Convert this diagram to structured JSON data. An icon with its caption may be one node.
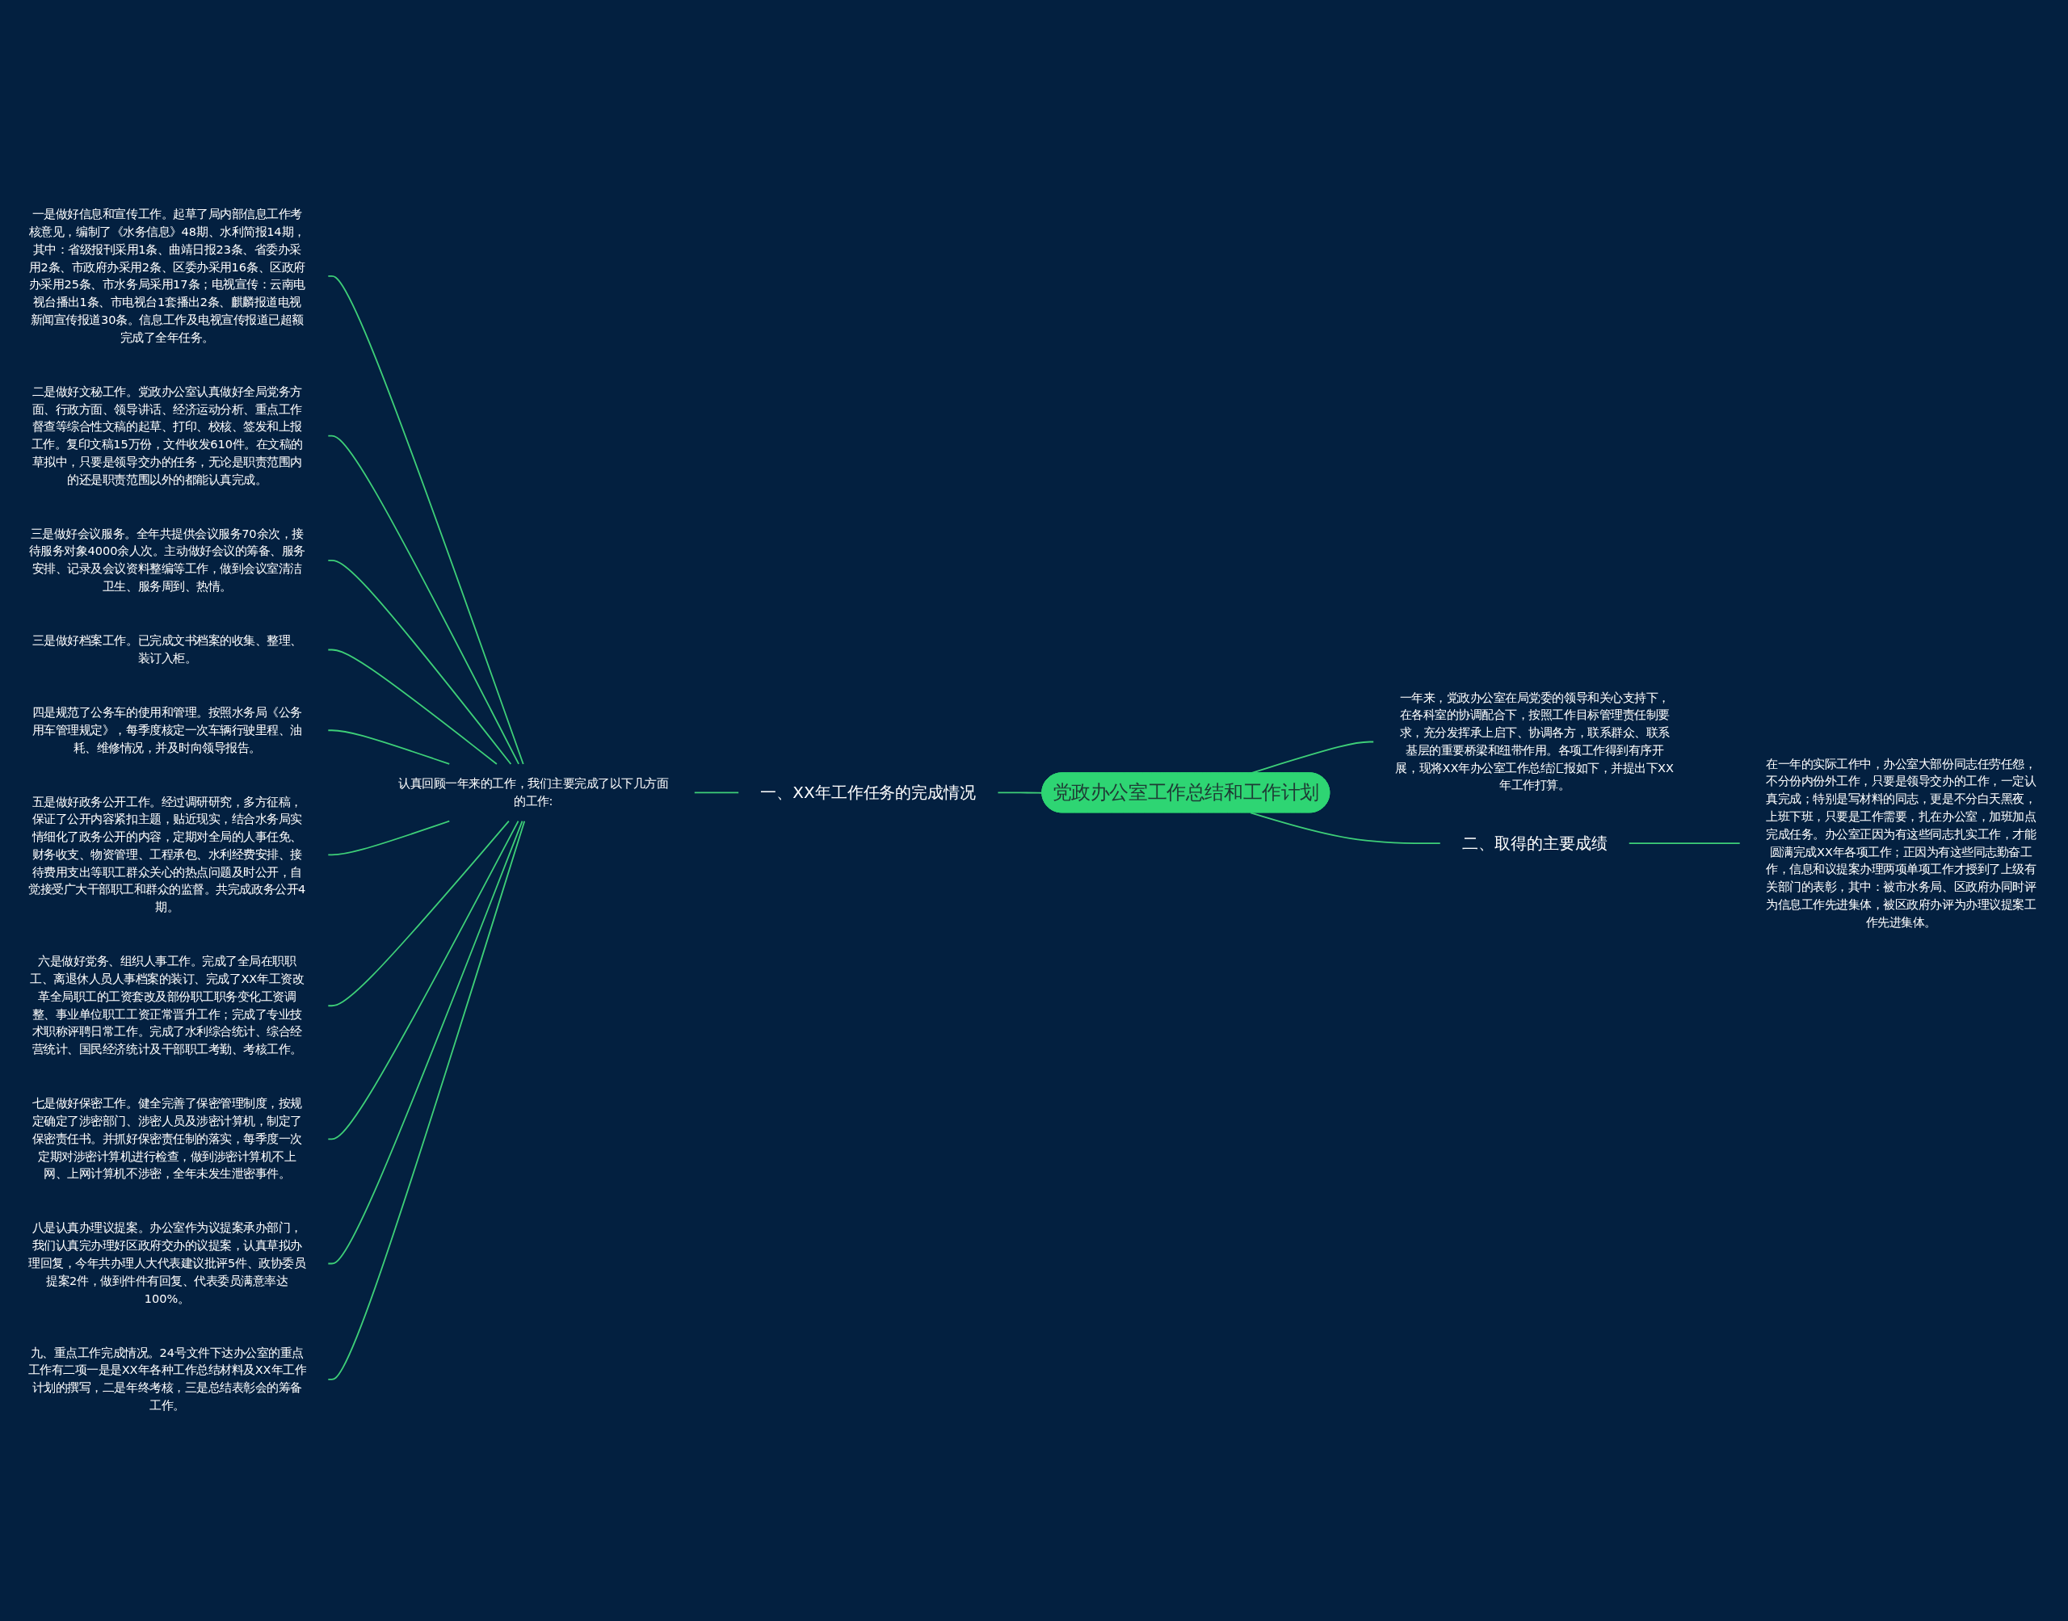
{
  "diagram": {
    "nodes": [
      {
        "text": [
          "党政办公室工作总结和工作计划"
        ]
      },
      {
        "text": [
          "一、XX年工作任务的完成情况"
        ]
      },
      {
        "text": [
          "认真回顾一年来的工作，我们主要完成了以下几方面的工作:"
        ]
      },
      {
        "text": [
          "一是做好信息和宣传工作。起草了局内部信息工作考核意见，编制了《水务信息》48期、水利简报14期，其中：省级报刊采用1条、曲靖日报23条、省委办采用2条、市政府办采用2条、区委办采用16条、区政府办采用25条、市水务局采用17条；电视宣传：云南电视台播出1条、市电视台1套播出2条、麒麟报道电视新闻宣传报道30条。信息工作及电视宣传报道已超额完成了全年任务。"
        ]
      },
      {
        "text": [
          "二是做好文秘工作。党政办公室认真做好全局党务方面、行政方面、领导讲话、经济运动分析、重点工作督查等综合性文稿的起草、打印、校核、签发和上报工作。复印文稿15万份，文件收发610件。在文稿的草拟中，只要是领导交办的任务，无论是职责范围内的还是职责范围以外的都能认真完成。"
        ]
      },
      {
        "text": [
          "三是做好会议服务。全年共提供会议服务70余次，接待服务对象4000余人次。主动做好会议的筹备、服务安排、记录及会议资料整编等工作，做到会议室清洁卫生、服务周到、热情。"
        ]
      },
      {
        "text": [
          "三是做好档案工作。已完成文书档案的收集、整理、装订入柜。"
        ]
      },
      {
        "text": [
          "四是规范了公务车的使用和管理。按照水务局《公务用车管理规定》，每季度核定一次车辆行驶里程、油耗、维修情况，并及时向领导报告。"
        ]
      },
      {
        "text": [
          "五是做好政务公开工作。经过调研研究，多方征稿，保证了公开内容紧扣主题，贴近现实，结合水务局实情细化了政务公开的内容，定期对全局的人事任免、财务收支、物资管理、工程承包、水利经费安排、接待费用支出等职工群众关心的热点问题及时公开，自觉接受广大干部职工和群众的监督。共完成政务公开4期。"
        ]
      },
      {
        "text": [
          "六是做好党务、组织人事工作。完成了全局在职职工、离退休人员人事档案的装订、完成了XX年工资改革全局职工的工资套改及部份职工职务变化工资调整、事业单位职工工资正常晋升工作；完成了专业技术职称评聘日常工作。完成了水利综合统计、综合经营统计、国民经济统计及干部职工考勤、考核工作。"
        ]
      },
      {
        "text": [
          "七是做好保密工作。健全完善了保密管理制度，按规定确定了涉密部门、涉密人员及涉密计算机，制定了保密责任书。并抓好保密责任制的落实，每季度一次定期对涉密计算机进行检查，做到涉密计算机不上网、上网计算机不涉密，全年未发生泄密事件。"
        ]
      },
      {
        "text": [
          "八是认真办理议提案。办公室作为议提案承办部门，我们认真完办理好区政府交办的议提案，认真草拟办理回复，今年共办理人大代表建议批评5件、政协委员提案2件，做到件件有回复、代表委员满意率达100%。"
        ]
      },
      {
        "text": [
          "九、重点工作完成情况。24号文件下达办公室的重点工作有二项一是是XX年各种工作总结材料及XX年工作计划的撰写，二是年终考核，三是总结表彰会的筹备工作。"
        ]
      },
      {
        "text": [
          "一年来，党政办公室在局党委的领导和关心支持下，在各科室的协调配合下，按照工作目标管理责任制要求，充分发挥承上启下、协调各方，联系群众、联系基层的重要桥梁和纽带作用。各项工作得到有序开展，现将XX年办公室工作总结汇报如下，并提出下XX年工作打算。"
        ]
      },
      {
        "text": [
          "二、取得的主要成绩"
        ]
      },
      {
        "text": [
          "在一年的实际工作中，办公室大部份同志任劳任怨，不分份内份外工作，只要是领导交办的工作，一定认真完成；特别是写材料的同志，更是不分白天黑夜，上班下班，只要是工作需要，扎在办公室，加班加点完成任务。办公室正因为有这些同志扎实工作，才能圆满完成XX年各项工作；正因为有这些同志勤奋工作，信息和议提案办理两项单项工作才授到了上级有关部门的表彰，其中：被市水务局、区政府办同时评为信息工作先进集体，被区政府办评为办理议提案工作先进集体。"
        ]
      }
    ],
    "edges": [
      {
        "from": 3,
        "to": 2,
        "arrow": "none"
      },
      {
        "from": 4,
        "to": 2,
        "arrow": "none"
      },
      {
        "from": 5,
        "to": 2,
        "arrow": "none"
      },
      {
        "from": 6,
        "to": 2,
        "arrow": "none"
      },
      {
        "from": 7,
        "to": 2,
        "arrow": "none"
      },
      {
        "from": 8,
        "to": 2,
        "arrow": "none"
      },
      {
        "from": 9,
        "to": 2,
        "arrow": "none"
      },
      {
        "from": 10,
        "to": 2,
        "arrow": "none"
      },
      {
        "from": 11,
        "to": 2,
        "arrow": "none"
      },
      {
        "from": 12,
        "to": 2,
        "arrow": "none"
      },
      {
        "from": 2,
        "to": 1,
        "arrow": "none"
      },
      {
        "from": 1,
        "to": 0,
        "arrow": "none"
      },
      {
        "from": 0,
        "to": 13,
        "arrow": "none"
      },
      {
        "from": 0,
        "to": 14,
        "arrow": "none"
      },
      {
        "from": 14,
        "to": 15,
        "arrow": "none"
      }
    ]
  }
}
